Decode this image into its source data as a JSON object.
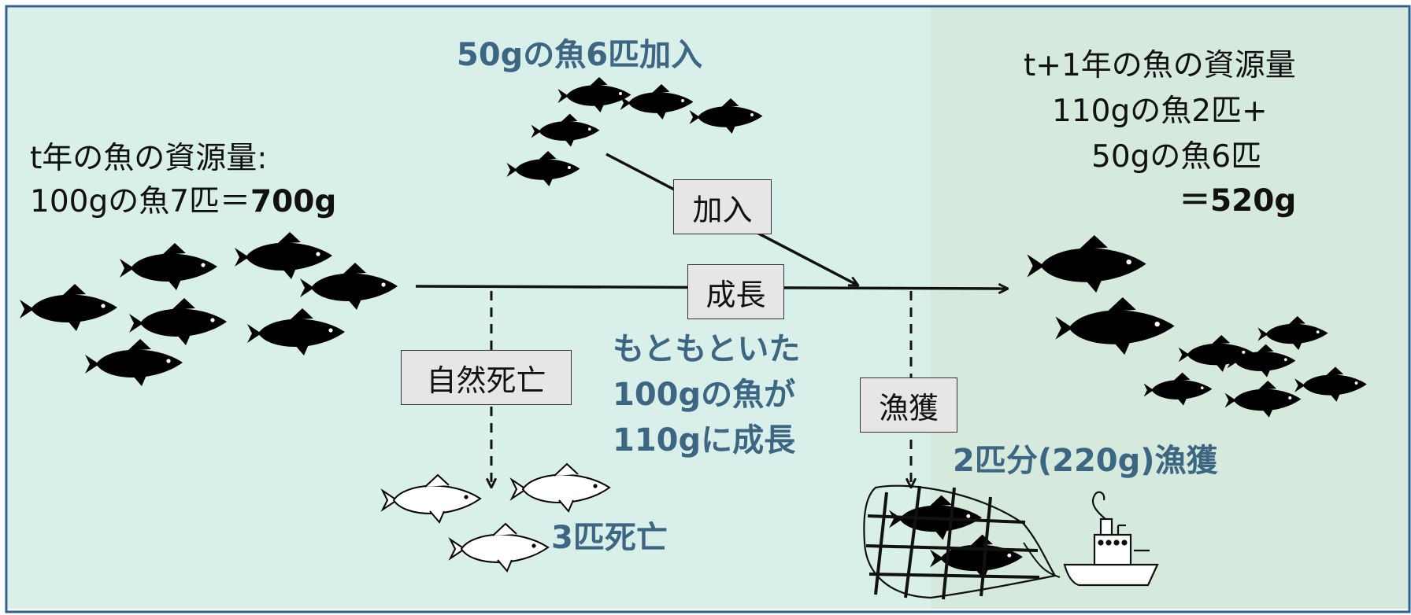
{
  "colors": {
    "left_bg": "#d9efea",
    "right_bg": "#d5eadc",
    "frame": "#2f5f8a",
    "fish_black": "#000000",
    "dead_fish_fill": "#ffffff",
    "annotation_blue": "#3d6683"
  },
  "initial_stock": {
    "line1": "t年の魚の資源量:",
    "line2_prefix": "100gの魚7匹＝",
    "line2_total": "700g"
  },
  "recruitment": {
    "caption": "50gの魚6匹加入",
    "box_label": "加入"
  },
  "growth": {
    "box_label": "成長",
    "note_line1": "もともといた",
    "note_line2": "100gの魚が",
    "note_line3": "110gに成長"
  },
  "natural_death": {
    "box_label": "自然死亡",
    "caption": "3匹死亡"
  },
  "fishing": {
    "box_label": "漁獲",
    "caption": "2匹分(220g)漁獲"
  },
  "next_stock": {
    "line1": "t+1年の魚の資源量",
    "line2": "110gの魚2匹+",
    "line3": "50gの魚6匹",
    "line4": "＝520g"
  },
  "icons": [
    "fish-icon",
    "dead-fish-icon",
    "fishing-net-icon",
    "fishing-boat-icon",
    "arrow-icon"
  ]
}
